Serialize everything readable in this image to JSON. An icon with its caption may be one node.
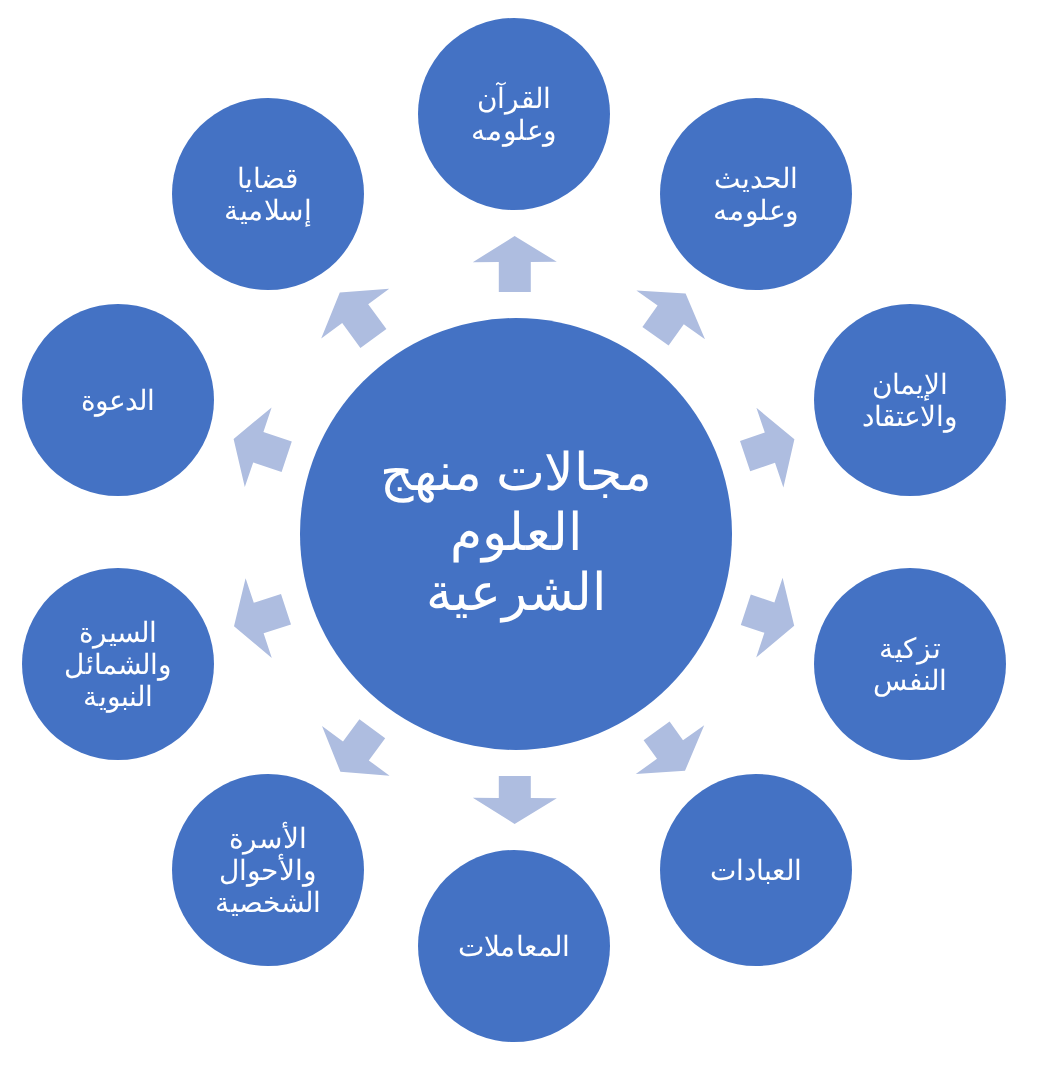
{
  "diagram": {
    "nodes": [
      {
        "text": [
          "مجالات منهج العلوم الشرعية"
        ]
      },
      {
        "text": [
          "القرآن وعلومه"
        ]
      },
      {
        "text": [
          "الحديث وعلومه"
        ]
      },
      {
        "text": [
          "الإيمان والاعتقاد"
        ]
      },
      {
        "text": [
          "تزكية النفس"
        ]
      },
      {
        "text": [
          "العبادات"
        ]
      },
      {
        "text": [
          "المعاملات"
        ]
      },
      {
        "text": [
          "الأسرة والأحوال الشخصية"
        ]
      },
      {
        "text": [
          "السيرة والشمائل النبوية"
        ]
      },
      {
        "text": [
          "الدعوة"
        ]
      },
      {
        "text": [
          "قضايا إسلامية"
        ]
      }
    ],
    "edges": [
      {
        "from": 0,
        "to": 1,
        "arrow": "to"
      },
      {
        "from": 0,
        "to": 2,
        "arrow": "to"
      },
      {
        "from": 0,
        "to": 3,
        "arrow": "to"
      },
      {
        "from": 0,
        "to": 4,
        "arrow": "to"
      },
      {
        "from": 0,
        "to": 5,
        "arrow": "to"
      },
      {
        "from": 0,
        "to": 6,
        "arrow": "to"
      },
      {
        "from": 0,
        "to": 7,
        "arrow": "to"
      },
      {
        "from": 0,
        "to": 8,
        "arrow": "to"
      },
      {
        "from": 0,
        "to": 9,
        "arrow": "to"
      },
      {
        "from": 0,
        "to": 10,
        "arrow": "to"
      }
    ]
  }
}
